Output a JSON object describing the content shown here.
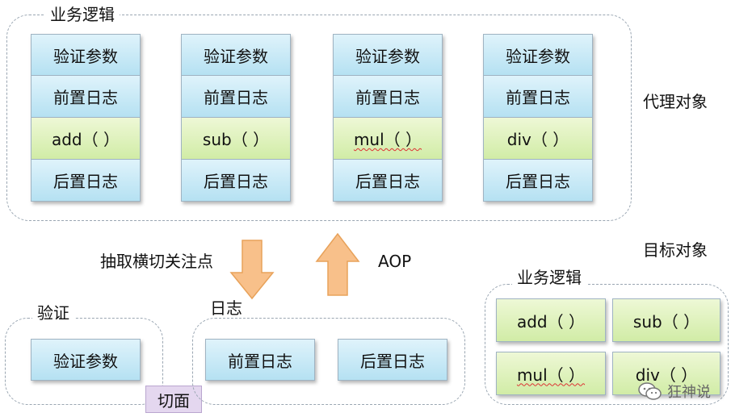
{
  "proxy": {
    "group_label": "业务逻辑",
    "side_label": "代理对象",
    "columns": [
      {
        "cells": [
          "验证参数",
          "前置日志",
          "add（ ）",
          "后置日志"
        ]
      },
      {
        "cells": [
          "验证参数",
          "前置日志",
          "sub（ ）",
          "后置日志"
        ]
      },
      {
        "cells": [
          "验证参数",
          "前置日志",
          "mul（ ）",
          "后置日志"
        ]
      },
      {
        "cells": [
          "验证参数",
          "前置日志",
          "div（ ）",
          "后置日志"
        ]
      }
    ]
  },
  "arrows": {
    "down_label": "抽取横切关注点",
    "up_label": "AOP",
    "colors": {
      "fill": "#f8c08a",
      "stroke": "#e8a25a"
    }
  },
  "validation": {
    "group_label": "验证",
    "box": "验证参数"
  },
  "aspect_label": "切面",
  "log": {
    "group_label": "日志",
    "boxes": [
      "前置日志",
      "后置日志"
    ]
  },
  "target": {
    "side_label": "目标对象",
    "group_label": "业务逻辑",
    "boxes": [
      "add（ ）",
      "sub（ ）",
      "mul（ ）",
      "div（ ）"
    ]
  },
  "watermark": {
    "icon": "wechat-icon",
    "text": "狂神说"
  },
  "colors": {
    "blue": "#c6e9f6",
    "green": "#dcf0b8",
    "aspect": "#e4d7ef",
    "dash": "#9aa6b2"
  }
}
